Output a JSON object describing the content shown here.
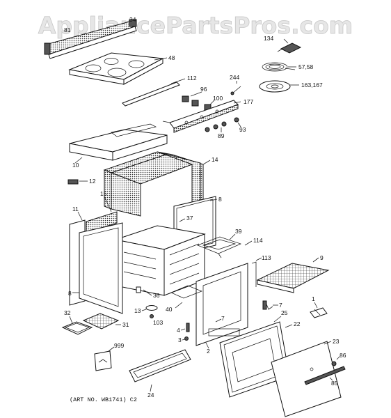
{
  "watermark": "AppliancePartsPros.com",
  "art_note": "(ART NO. WB1741) C2",
  "part_labels": {
    "p81": "81",
    "p34": "34",
    "p48": "48",
    "p134": "134",
    "p57_58": "57,58",
    "p163_167": "163,167",
    "p112": "112",
    "p244": "244",
    "p96": "96",
    "p100": "100",
    "p177": "177",
    "p93": "93",
    "p89": "89",
    "p10": "10",
    "p14": "14",
    "p12": "12",
    "p15": "15",
    "p8a": "8",
    "p11": "11",
    "p37": "37",
    "p39": "39",
    "p114": "114",
    "p113": "113",
    "p9": "9",
    "p8b": "8",
    "p36": "36",
    "p13": "13",
    "p40": "40",
    "p103": "103",
    "p7a": "7",
    "p7b": "7",
    "p1": "1",
    "p32": "32",
    "p31": "31",
    "p4": "4",
    "p3": "3",
    "p2": "2",
    "p25": "25",
    "p22": "22",
    "p23": "23",
    "p999": "999",
    "p86": "86",
    "p85": "85",
    "p24": "24"
  }
}
